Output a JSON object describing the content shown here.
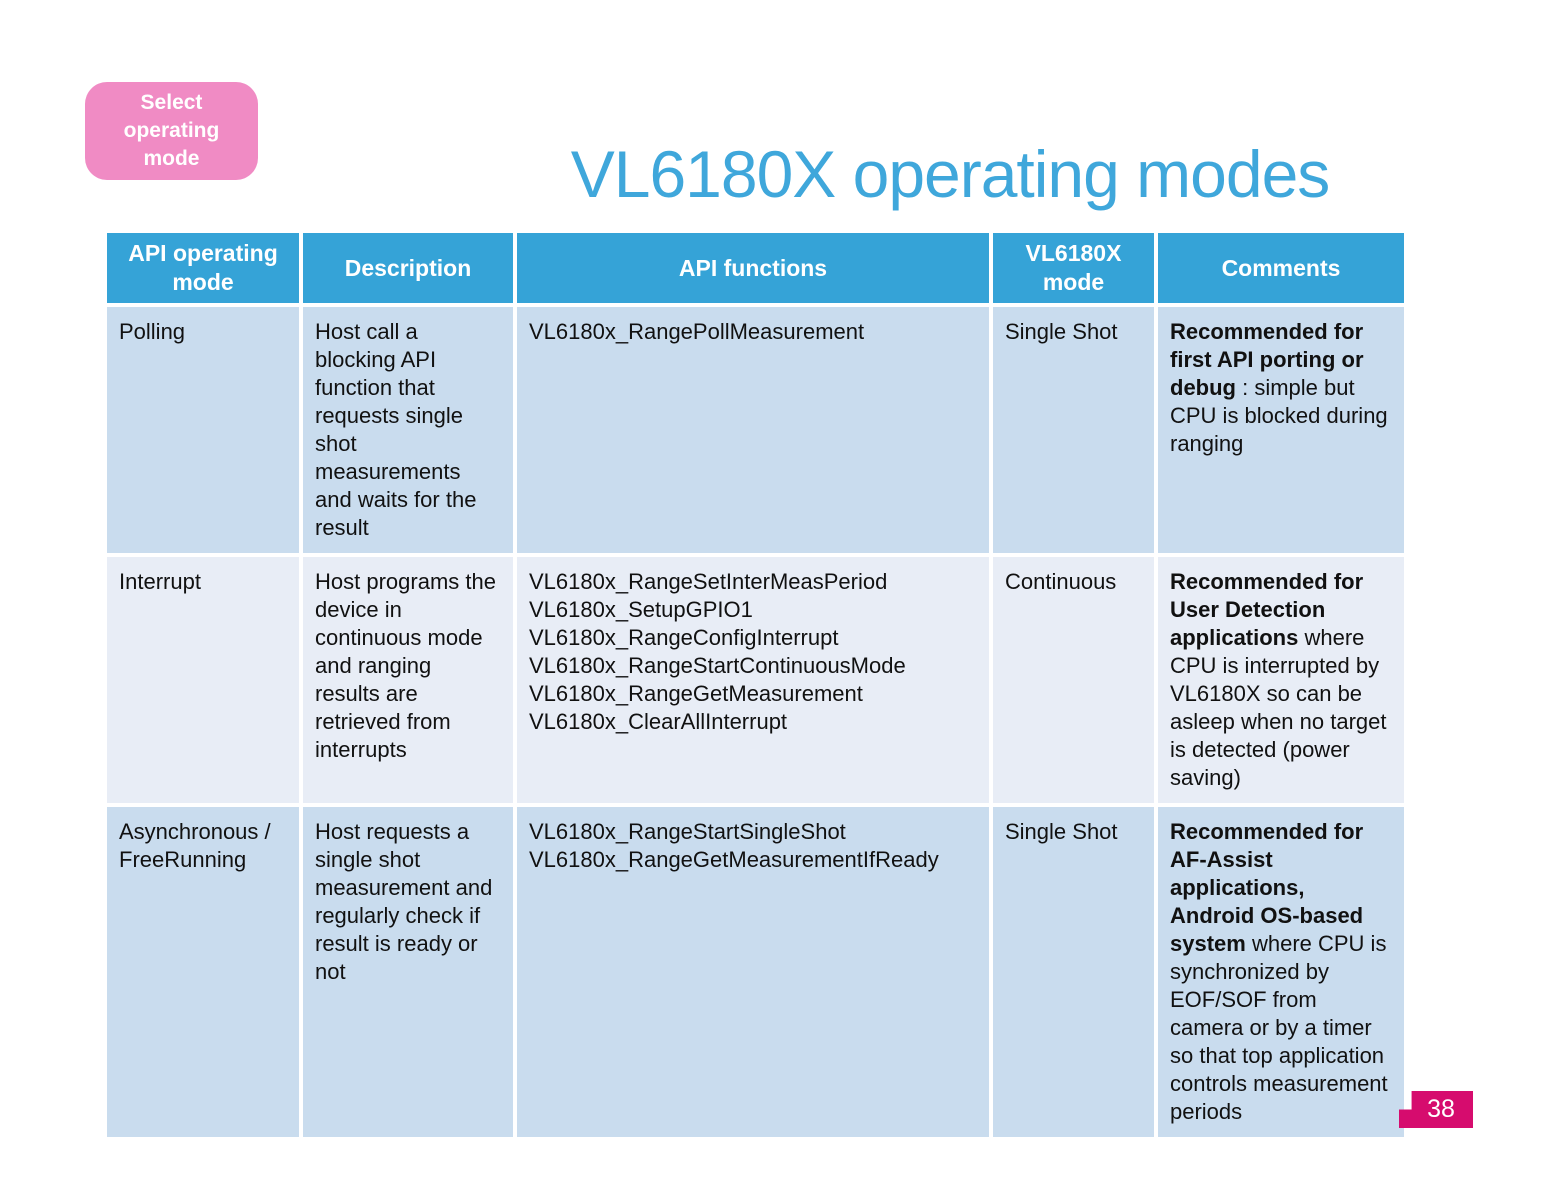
{
  "slide": {
    "title": "VL6180X operating modes",
    "callout_text": "Select\noperating\nmode",
    "page_number": "38"
  },
  "colors": {
    "header_blue": "#35a3d7",
    "title_blue": "#3fa7db",
    "row_light_blue": "#c9dcee",
    "row_lighter_blue": "#e8edf6",
    "callout_pink": "#f08bc4",
    "page_badge_magenta": "#d60c6e"
  },
  "table": {
    "headers": [
      "API operating mode",
      "Description",
      "API functions",
      "VL6180X mode",
      "Comments"
    ],
    "rows": [
      {
        "mode": "Polling",
        "description": "Host call a blocking API function that requests single shot measurements and waits for the result",
        "api_functions": "VL6180x_RangePollMeasurement",
        "vl6180x_mode": "Single Shot",
        "comment_bold": "Recommended for first API porting or debug",
        "comment_rest": " : simple but CPU is blocked during ranging"
      },
      {
        "mode": "Interrupt",
        "description": "Host programs the device in continuous mode and ranging results are retrieved from interrupts",
        "api_functions": "VL6180x_RangeSetInterMeasPeriod\nVL6180x_SetupGPIO1\nVL6180x_RangeConfigInterrupt\nVL6180x_RangeStartContinuousMode\nVL6180x_RangeGetMeasurement\nVL6180x_ClearAllInterrupt",
        "vl6180x_mode": "Continuous",
        "comment_bold": "Recommended for User Detection applications",
        "comment_rest": " where CPU is interrupted by VL6180X so can be asleep when no target is detected (power saving)"
      },
      {
        "mode": "Asynchronous / FreeRunning",
        "description": "Host requests a single shot measurement and regularly check if result is ready or not",
        "api_functions": "VL6180x_RangeStartSingleShot\nVL6180x_RangeGetMeasurementIfReady",
        "vl6180x_mode": "Single Shot",
        "comment_bold": "Recommended for AF-Assist applications, Android OS-based system",
        "comment_rest": " where CPU is synchronized by EOF/SOF from camera or by a timer so that top application controls measurement periods"
      }
    ]
  }
}
